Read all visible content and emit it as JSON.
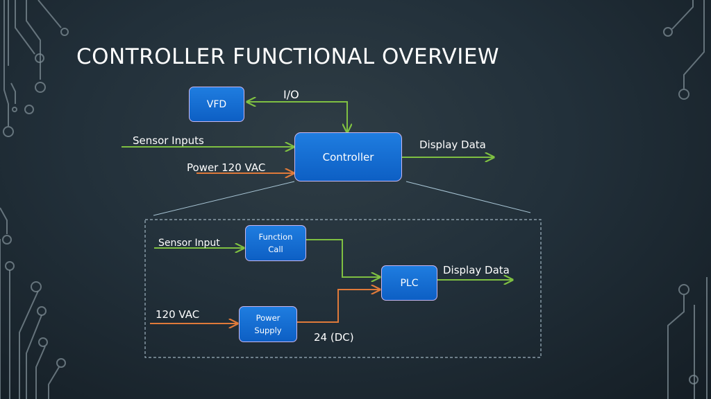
{
  "slide": {
    "title": "CONTROLLER FUNCTIONAL OVERVIEW"
  },
  "top_diagram": {
    "vfd": "VFD",
    "controller": "Controller",
    "io_label": "I/O",
    "sensor_inputs": "Sensor Inputs",
    "power": "Power 120 VAC",
    "display_data": "Display Data"
  },
  "detail_diagram": {
    "function_call_line1": "Function",
    "function_call_line2": "Call",
    "plc": "PLC",
    "power_supply_line1": "Power",
    "power_supply_line2": "Supply",
    "sensor_input": "Sensor Input",
    "vac": "120 VAC",
    "dc": "24 (DC)",
    "display_data": "Display Data"
  },
  "colors": {
    "box_fill": "#1a74d8",
    "box_border": "#c9b7ee",
    "signal_arrow": "#7fc042",
    "power_arrow": "#e07a3a",
    "dashed_frame": "#9fb3c0"
  }
}
